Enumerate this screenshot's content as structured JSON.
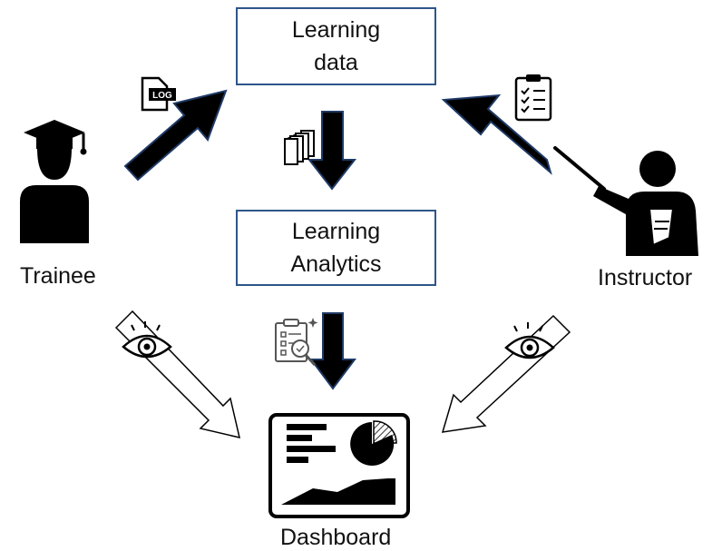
{
  "nodes": {
    "learning_data": {
      "line1": "Learning",
      "line2": "data"
    },
    "learning_analytics": {
      "line1": "Learning",
      "line2": "Analytics"
    },
    "trainee": "Trainee",
    "instructor": "Instructor",
    "dashboard": "Dashboard"
  },
  "icons": {
    "log_file": "LOG",
    "trainee": "graduate-person-icon",
    "instructor": "teacher-pointer-icon",
    "checklist": "checklist-icon",
    "data_stack": "document-stack-icon",
    "analysis": "report-magnifier-icon",
    "eye": "eye-icon",
    "dashboard": "dashboard-icon"
  },
  "colors": {
    "box_border": "#2e5689",
    "arrow_fill": "#000000",
    "arrow_stroke": "#1f3a66"
  }
}
